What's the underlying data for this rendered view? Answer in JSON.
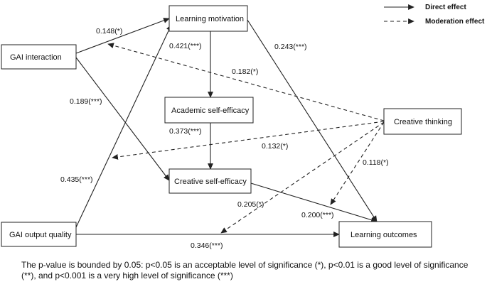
{
  "legend": {
    "direct": "Direct effect",
    "moderation": "Moderation effect"
  },
  "nodes": {
    "gai_interaction": "GAI interaction",
    "gai_output_quality": "GAI output quality",
    "learning_motivation": "Learning motivation",
    "academic_self_efficacy": "Academic self-efficacy",
    "creative_self_efficacy": "Creative self-efficacy",
    "creative_thinking": "Creative thinking",
    "learning_outcomes": "Learning outcomes"
  },
  "coefficients": {
    "interaction_to_motivation": "0.148(*)",
    "interaction_to_creative_se": "0.189(***)",
    "quality_to_motivation": "0.435(***)",
    "quality_to_outcomes": "0.346(***)",
    "motivation_to_academic_se": "0.421(***)",
    "motivation_to_outcomes": "0.243(***)",
    "academic_se_to_creative_se": "0.373(***)",
    "creative_se_to_outcomes": "0.200(***)",
    "mod_interaction_motivation": "0.182(*)",
    "mod_academic_creative": "0.132(*)",
    "mod_quality_outcomes": "0.205(*)",
    "mod_creative_se_outcomes": "0.118(*)"
  },
  "note": "The p-value is bounded by 0.05: p<0.05 is an acceptable level of significance (*), p<0.01 is a good level of significance (**), and p<0.001 is a very high level of significance (***)"
}
